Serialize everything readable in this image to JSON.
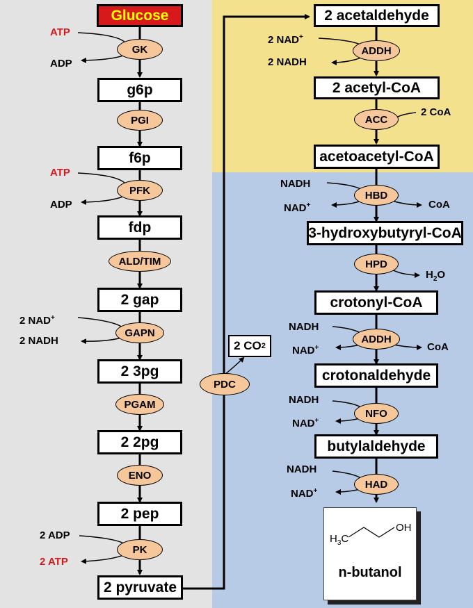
{
  "colors": {
    "left_panel": "#e3e3e3",
    "upper_right_panel": "#f4e18e",
    "lower_right_panel": "#b7cbe6",
    "enzyme_fill": "#f5c79a",
    "glucose_fill": "#d7191c",
    "glucose_text": "#ffff00",
    "cofactor_red": "#d7191c"
  },
  "metabolites": {
    "glucose": "Glucose",
    "g6p": "g6p",
    "f6p": "f6p",
    "fdp": "fdp",
    "gap": "2 gap",
    "pg3": "2 3pg",
    "pg2": "2 2pg",
    "pep": "2 pep",
    "pyruvate": "2 pyruvate",
    "co2": "2 CO",
    "co2_sub": "2",
    "acetaldehyde": "2 acetaldehyde",
    "acetyl_coa": "2 acetyl-CoA",
    "acetoacetyl_coa": "acetoacetyl-CoA",
    "hydroxybutyryl_coa": "3-hydroxybutyryl-CoA",
    "crotonyl_coa": "crotonyl-CoA",
    "crotonaldehyde": "crotonaldehyde",
    "butylaldehyde": "butylaldehyde",
    "butanol": "n-butanol"
  },
  "enzymes": {
    "gk": "GK",
    "pgi": "PGI",
    "pfk": "PFK",
    "ald_tim": "ALD/TIM",
    "gapn": "GAPN",
    "pgam": "PGAM",
    "eno": "ENO",
    "pk": "PK",
    "pdc": "PDC",
    "addh1": "ADDH",
    "acc": "ACC",
    "hbd": "HBD",
    "hpd": "HPD",
    "addh2": "ADDH",
    "nfo": "NFO",
    "had": "HAD"
  },
  "cofactors": {
    "gk_in": "ATP",
    "gk_out": "ADP",
    "pfk_in": "ATP",
    "pfk_out": "ADP",
    "gapn_in": "2 NAD",
    "gapn_in_sup": "+",
    "gapn_out": "2 NADH",
    "pk_in": "2 ADP",
    "pk_out": "2 ATP",
    "addh1_in": "2 NAD",
    "addh1_in_sup": "+",
    "addh1_out": "2 NADH",
    "acc_in": "2 CoA",
    "hbd_in": "NADH",
    "hbd_out": "NAD",
    "hbd_out_sup": "+",
    "hbd_out2": "CoA",
    "hpd_out": "H",
    "hpd_out_sub": "2",
    "hpd_out_tail": "O",
    "addh2_in": "NADH",
    "addh2_out": "NAD",
    "addh2_out_sup": "+",
    "addh2_out2": "CoA",
    "nfo_in": "NADH",
    "nfo_out": "NAD",
    "nfo_out_sup": "+",
    "had_in": "NADH",
    "had_out": "NAD",
    "had_out_sup": "+"
  },
  "structure": {
    "h3c": "H",
    "h3c_sub": "3",
    "h3c_tail": "C",
    "oh": "OH"
  }
}
